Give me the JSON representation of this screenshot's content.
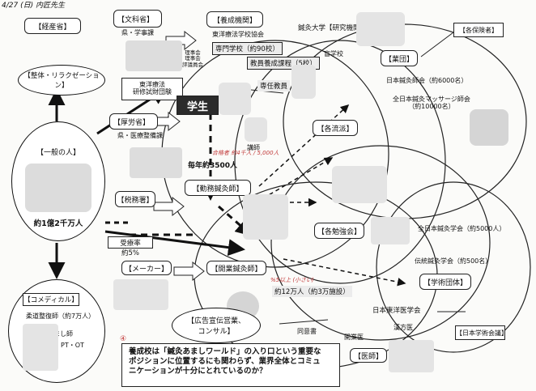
{
  "header_note": "4/27 (日) 内匠先生",
  "ministries": {
    "meti": "【経産省】",
    "mext": "【文科省】",
    "mext_sub": "県・学事課",
    "mhlw": "【厚労省】",
    "mhlw_sub": "県・医療整備課",
    "tax": "【税務署】"
  },
  "council_label": "理事会\n理事会\n評議員会",
  "orgs": {
    "training": "【養成機関】",
    "toyo_assoc": "東洋療法学校協会",
    "vocational": "専門学校（約90校）",
    "teacher_course": "教員養成課程（5校）",
    "blind_school": "盲学校",
    "research_inst": "鍼灸大学【研究機関】",
    "dedicated_teacher": "専任教員",
    "toyo_research": "東洋療法\n研修試財団験"
  },
  "general_people": "【一般の人】",
  "population": "約1億2千万人",
  "seitai": "【整体・リラクゼーション】",
  "student": "学生",
  "lecturer": "講師",
  "annual": "毎年約3500人",
  "employed": "【勤務鍼灸師】",
  "schools": "【各流派】",
  "study_groups": "【各勉強会】",
  "group": "【業団】",
  "kyudan1": "日本鍼灸師会（約6000名）",
  "kyudan2": "全日本鍼灸マッサージ師会\n（約10000名）",
  "insurers": "【各保険者】",
  "zennihon": "全日本鍼灸学会（約5000人）",
  "dento": "伝統鍼灸学会（約500名）",
  "academic": "【学術団体】",
  "jms": "【日本学術会議】",
  "consult_rate_label": "受療率",
  "consult_rate": "約5%",
  "maker": "【メーカー】",
  "practitioner": "【開業鍼灸師】",
  "practitioner_count": "約12万人（約3万施設）",
  "ad": "【広告宣伝営業、\nコンサル】",
  "consent": "同意書",
  "toyo_medical": "日本東洋医学会",
  "kaigyo_doctor": "開業医",
  "kampo_doctor": "漢方医",
  "doctors": "【医師】",
  "comedical": "【コメディカル】",
  "judo": "柔道整復師（約7万人）",
  "amashi": "あまし師",
  "ptot": "PT・OT",
  "handwritten1": "合格者 約4千人 / 5,000人",
  "handwritten2": "%5以上 (小さい)",
  "footnote_marker": "④",
  "bottom_note": "養成校は「鍼灸あましワールド」の入り口という重要な\nポジションに位置するにも関わらず、業界全体とコミュ\nニケーションが十分にとれているのか？"
}
